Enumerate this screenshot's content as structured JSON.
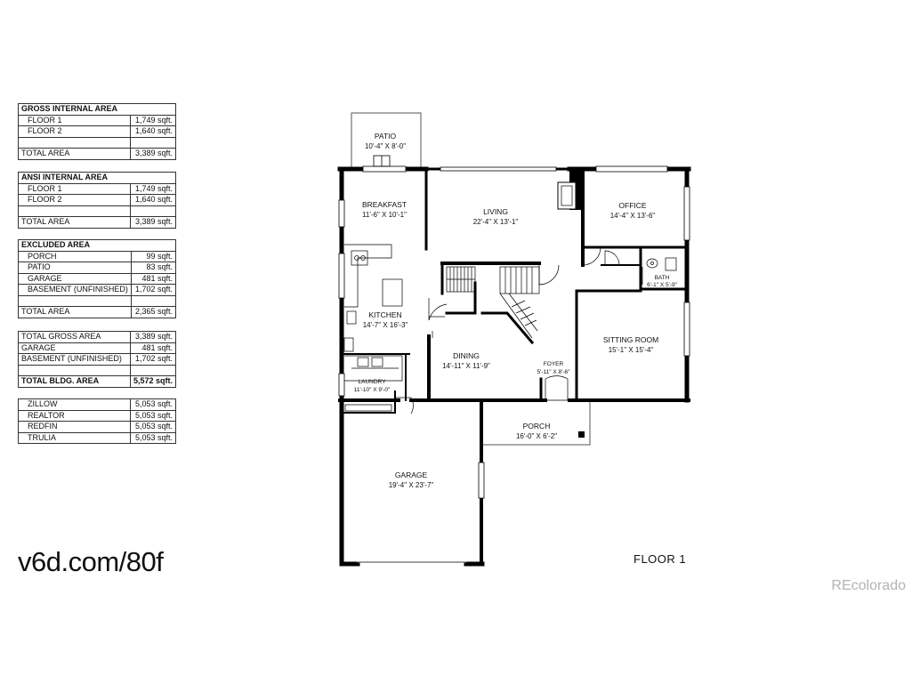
{
  "tables": {
    "gross": {
      "title": "GROSS INTERNAL AREA",
      "rows": [
        {
          "label": "FLOOR 1",
          "value": "1,749 sqft."
        },
        {
          "label": "FLOOR 2",
          "value": "1,640 sqft."
        }
      ],
      "total": {
        "label": "TOTAL AREA",
        "value": "3,389 sqft."
      }
    },
    "ansi": {
      "title": "ANSI INTERNAL AREA",
      "rows": [
        {
          "label": "FLOOR 1",
          "value": "1,749 sqft."
        },
        {
          "label": "FLOOR 2",
          "value": "1,640 sqft."
        }
      ],
      "total": {
        "label": "TOTAL AREA",
        "value": "3,389 sqft."
      }
    },
    "excluded": {
      "title": "EXCLUDED AREA",
      "rows": [
        {
          "label": "PORCH",
          "value": "99 sqft."
        },
        {
          "label": "PATIO",
          "value": "83 sqft."
        },
        {
          "label": "GARAGE",
          "value": "481 sqft."
        },
        {
          "label": "BASEMENT (UNFINISHED)",
          "value": "1,702 sqft."
        }
      ],
      "total": {
        "label": "TOTAL AREA",
        "value": "2,365 sqft."
      }
    },
    "summary": {
      "rows": [
        {
          "label": "TOTAL GROSS AREA",
          "value": "3,389 sqft."
        },
        {
          "label": "GARAGE",
          "value": "481 sqft."
        },
        {
          "label": "BASEMENT (UNFINISHED)",
          "value": "1,702 sqft."
        }
      ],
      "total": {
        "label": "TOTAL BLDG. AREA",
        "value": "5,572 sqft."
      }
    },
    "sites": {
      "rows": [
        {
          "label": "ZILLOW",
          "value": "5,053 sqft."
        },
        {
          "label": "REALTOR",
          "value": "5,053 sqft."
        },
        {
          "label": "REDFIN",
          "value": "5,053 sqft."
        },
        {
          "label": "TRULIA",
          "value": "5,053 sqft."
        }
      ]
    }
  },
  "short_url": "v6d.com/80f",
  "floor_label": "FLOOR 1",
  "watermark": "REcolorado",
  "rooms": {
    "patio": {
      "name": "PATIO",
      "dims": "10'-4\" X 8'-0\""
    },
    "breakfast": {
      "name": "BREAKFAST",
      "dims": "11'-6\" X 10'-1\""
    },
    "living": {
      "name": "LIVING",
      "dims": "22'-4\" X 13'-1\""
    },
    "office": {
      "name": "OFFICE",
      "dims": "14'-4\" X 13'-6\""
    },
    "bath": {
      "name": "BATH",
      "dims": "6'-1\" X 5'-9\""
    },
    "kitchen": {
      "name": "KITCHEN",
      "dims": "14'-7\" X 16'-3\""
    },
    "sitting": {
      "name": "SITTING ROOM",
      "dims": "15'-1\" X 15'-4\""
    },
    "dining": {
      "name": "DINING",
      "dims": "14'-11\" X 11'-9\""
    },
    "foyer": {
      "name": "FOYER",
      "dims": "5'-11\" X 8'-6\""
    },
    "laundry": {
      "name": "LAUNDRY",
      "dims": "11'-10\" X 9'-0\""
    },
    "porch": {
      "name": "PORCH",
      "dims": "16'-0\" X 6'-2\""
    },
    "garage": {
      "name": "GARAGE",
      "dims": "19'-4\" X 23'-7\""
    }
  }
}
